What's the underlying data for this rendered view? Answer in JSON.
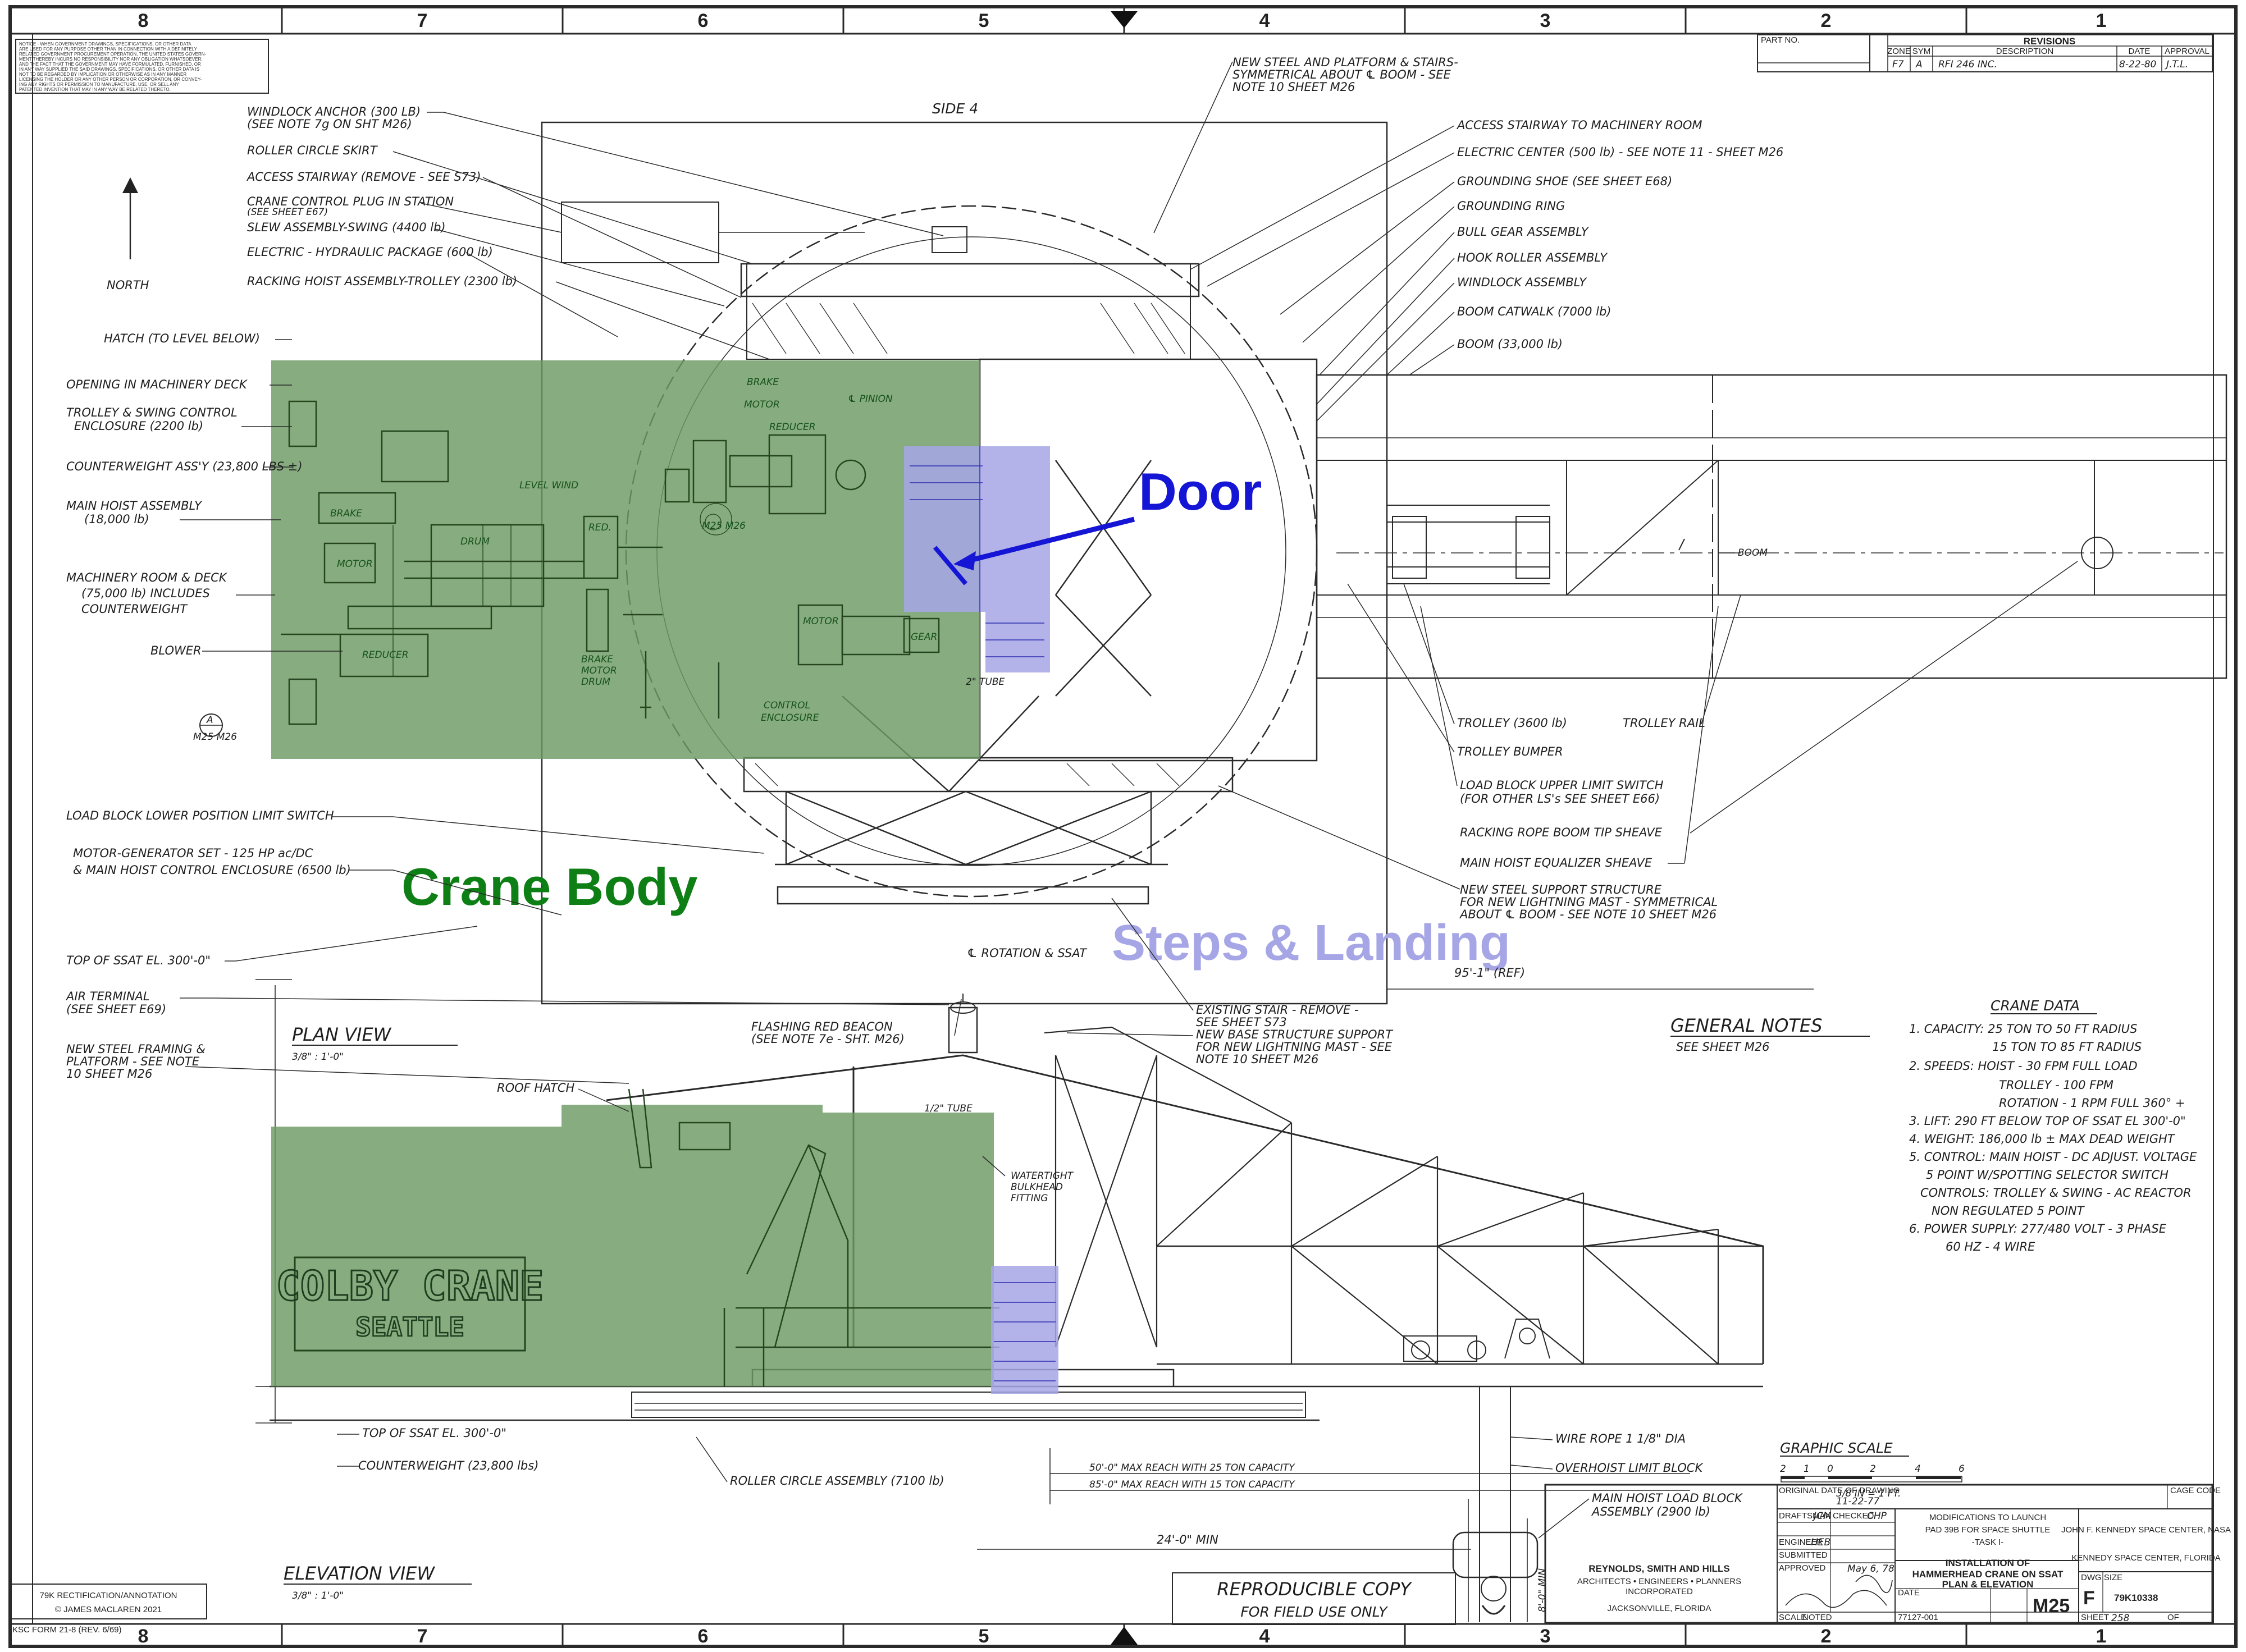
{
  "sheet": {
    "zones_top": [
      "8",
      "7",
      "6",
      "5",
      "4",
      "3",
      "2",
      "1"
    ],
    "zones_bottom": [
      "8",
      "7",
      "6",
      "5",
      "4",
      "3",
      "2",
      "1"
    ]
  },
  "annotations": {
    "crane_body": "Crane Body",
    "door": "Door",
    "steps_landing": "Steps & Landing",
    "colors": {
      "crane_body": "#0d7f15",
      "door": "#1515d6",
      "steps_landing": "#a6a6e6",
      "green_fill": "#6b9a63",
      "blue_fill": "#b9b9f2"
    }
  },
  "views": {
    "plan_title": "PLAN VIEW",
    "plan_scale": "3/8\" : 1'-0\"",
    "elevation_title": "ELEVATION VIEW",
    "elevation_scale": "3/8\" : 1'-0\"",
    "side": "SIDE 4",
    "north": "NORTH"
  },
  "plan_labels_left": [
    "WINDLOCK ANCHOR (300 LB)",
    "(SEE NOTE 7g ON SHT M26)",
    "ROLLER CIRCLE SKIRT",
    "ACCESS STAIRWAY (REMOVE - SEE S73)",
    "CRANE CONTROL PLUG IN STATION",
    "(SEE SHEET E67)",
    "SLEW ASSEMBLY-SWING (4400 lb)",
    "ELECTRIC - HYDRAULIC PACKAGE (600 lb)",
    "RACKING HOIST ASSEMBLY-TROLLEY (2300 lb)",
    "HATCH (TO LEVEL BELOW)",
    "OPENING IN MACHINERY DECK",
    "TROLLEY & SWING CONTROL",
    "ENCLOSURE (2200 lb)",
    "COUNTERWEIGHT ASS'Y (23,800 LBS ±)",
    "MAIN HOIST ASSEMBLY",
    "(18,000 lb)",
    "MACHINERY ROOM & DECK",
    "(75,000 lb) INCLUDES",
    "COUNTERWEIGHT",
    "BLOWER",
    "LOAD BLOCK LOWER POSITION LIMIT SWITCH",
    "MOTOR-GENERATOR SET - 125 HP ac/DC",
    "& MAIN HOIST CONTROL ENCLOSURE (6500 lb)",
    "TOP OF SSAT EL. 300'-0\"",
    "AIR TERMINAL",
    "(SEE SHEET E69)",
    "NEW STEEL FRAMING &",
    "PLATFORM - SEE NOTE",
    "10 SHEET M26"
  ],
  "plan_labels_right": [
    "NEW STEEL AND PLATFORM & STAIRS-",
    "SYMMETRICAL ABOUT ℄ BOOM - SEE",
    "NOTE 10 SHEET M26",
    "ACCESS STAIRWAY TO MACHINERY ROOM",
    "ELECTRIC CENTER (500 lb) - SEE NOTE 11 - SHEET M26",
    "GROUNDING SHOE (SEE SHEET E68)",
    "GROUNDING RING",
    "BULL GEAR ASSEMBLY",
    "HOOK ROLLER ASSEMBLY",
    "WINDLOCK ASSEMBLY",
    "BOOM CATWALK (7000 lb)",
    "BOOM (33,000 lb)",
    "TROLLEY (3600 lb)",
    "TROLLEY RAIL",
    "TROLLEY BUMPER",
    "LOAD BLOCK UPPER LIMIT SWITCH",
    "(FOR OTHER LS's SEE SHEET E66)",
    "RACKING ROPE BOOM TIP SHEAVE",
    "MAIN HOIST EQUALIZER SHEAVE",
    "NEW STEEL SUPPORT STRUCTURE",
    "FOR NEW LIGHTNING MAST - SYMMETRICAL",
    "ABOUT ℄ BOOM - SEE NOTE 10 SHEET M26",
    "℄ ROTATION & SSAT",
    "EXISTING STAIR - REMOVE -",
    "SEE SHEET S73",
    "NEW BASE STRUCTURE SUPPORT",
    "FOR NEW LIGHTNING MAST - SEE",
    "NOTE 10 SHEET M26",
    "95'-1\" (REF)",
    "BOOM"
  ],
  "machinery_labels": [
    "BRAKE",
    "MOTOR",
    "REDUCER",
    "℄ PINION",
    "LEVEL WIND",
    "BRAKE",
    "DRUM",
    "RED.",
    "MOTOR",
    "REDUCER",
    "BRAKE",
    "MOTOR",
    "DRUM",
    "MOTOR",
    "GEAR",
    "CONTROL",
    "ENCLOSURE",
    "2\" TUBE"
  ],
  "elevation_labels": [
    "FLASHING RED BEACON",
    "(SEE NOTE 7e - SHT. M26)",
    "ROOF HATCH",
    "1/2\" TUBE",
    "WATERTIGHT",
    "BULKHEAD",
    "FITTING",
    "TOP OF SSAT EL. 300'-0\"",
    "COUNTERWEIGHT (23,800 lbs)",
    "ROLLER CIRCLE ASSEMBLY (7100 lb)",
    "50'-0\" MAX REACH WITH 25 TON CAPACITY",
    "85'-0\" MAX REACH WITH 15 TON CAPACITY",
    "24'-0\" MIN",
    "WIRE ROPE 1 1/8\" DIA",
    "OVERHOIST LIMIT BLOCK",
    "MAIN HOIST LOAD BLOCK",
    "ASSEMBLY (2900 lb)",
    "8'-0\" MIN"
  ],
  "stencil": {
    "line1": "COLBY CRANE",
    "line2": "SEATTLE"
  },
  "general_notes": {
    "title": "GENERAL NOTES",
    "ref": "SEE SHEET M26"
  },
  "crane_data": {
    "title": "CRANE DATA",
    "lines": [
      "1. CAPACITY: 25 TON TO 50 FT RADIUS",
      "15 TON TO 85 FT RADIUS",
      "2. SPEEDS: HOIST - 30 FPM FULL LOAD",
      "TROLLEY - 100 FPM",
      "ROTATION - 1 RPM FULL 360° +",
      "3. LIFT: 290 FT BELOW TOP OF SSAT EL 300'-0\"",
      "4. WEIGHT: 186,000 lb ± MAX DEAD WEIGHT",
      "5. CONTROL: MAIN HOIST - DC ADJUST. VOLTAGE",
      "5 POINT W/SPOTTING SELECTOR SWITCH",
      "CONTROLS: TROLLEY & SWING - AC REACTOR",
      "NON REGULATED 5 POINT",
      "6. POWER SUPPLY: 277/480 VOLT - 3 PHASE",
      "60 HZ - 4 WIRE"
    ]
  },
  "graphic_scale": {
    "title": "GRAPHIC SCALE",
    "ticks": [
      "2",
      "1",
      "0",
      "2",
      "4",
      "6"
    ],
    "note": "3/8 IN = 1 FT."
  },
  "revisions": {
    "part_no": "PART NO.",
    "header": "REVISIONS",
    "cols": [
      "ZONE",
      "SYM",
      "DESCRIPTION",
      "DATE",
      "APPROVAL"
    ],
    "row": [
      "F7",
      "A",
      "RFI 246 INC.",
      "8-22-80",
      "J.T.L."
    ]
  },
  "title_block": {
    "original_date_label": "ORIGINAL DATE OF DRAWING",
    "original_date": "11-22-77",
    "drafted_label": "DRAFTSMAN",
    "drafted": "JCM",
    "checked_label": "CHECKED",
    "checked": "CHP",
    "engineer_label": "ENGINEER",
    "engineer": "HEB",
    "submitted_label": "SUBMITTED",
    "approved_label": "APPROVED",
    "approved_date": "May 6, 78",
    "scale_label": "SCALE",
    "scale": "NOTED",
    "date_label": "DATE",
    "firm_line1": "REYNOLDS, SMITH AND HILLS",
    "firm_line2": "ARCHITECTS • ENGINEERS • PLANNERS",
    "firm_line3": "INCORPORATED",
    "firm_line4": "JACKSONVILLE, FLORIDA",
    "project_line1": "MODIFICATIONS TO LAUNCH",
    "project_line2": "PAD 39B FOR SPACE SHUTTLE",
    "project_line3": "-TASK I-",
    "title_line1": "INSTALLATION OF",
    "title_line2": "HAMMERHEAD CRANE ON SSAT",
    "title_line3": "PLAN & ELEVATION",
    "center": "JOHN F. KENNEDY SPACE CENTER, NASA",
    "center2": "KENNEDY SPACE CENTER, FLORIDA",
    "job_no": "77127-001",
    "sheet_id": "M25",
    "size_label": "DWG SIZE",
    "size": "F",
    "drawing_no": "79K10338",
    "sheet_label": "SHEET",
    "sheet_no": "258",
    "of_label": "OF",
    "code_label": "CAGE CODE"
  },
  "stamp": {
    "line1": "REPRODUCIBLE COPY",
    "line2": "FOR FIELD USE ONLY"
  },
  "credit": {
    "line1": "79K RECTIFICATION/ANNOTATION",
    "line2": "© JAMES MACLAREN 2021"
  },
  "ksc_form": "KSC FORM 21-8 (REV. 6/69)",
  "notice": [
    "NOTICE - WHEN GOVERNMENT DRAWINGS, SPECIFICATIONS, OR OTHER DATA",
    "ARE USED FOR ANY PURPOSE OTHER THAN IN CONNECTION WITH A DEFINITELY",
    "RELATED GOVERNMENT PROCUREMENT OPERATION, THE UNITED STATES GOVERN-",
    "MENT THEREBY INCURS NO RESPONSIBILITY NOR ANY OBLIGATION WHATSOEVER;",
    "AND THE FACT THAT THE GOVERNMENT MAY HAVE FORMULATED, FURNISHED, OR",
    "IN ANY WAY SUPPLIED THE SAID DRAWINGS, SPECIFICATIONS, OR OTHER DATA IS",
    "NOT TO BE REGARDED BY IMPLICATION OR OTHERWISE AS IN ANY MANNER",
    "LICENSING THE HOLDER OR ANY OTHER PERSON OR CORPORATION, OR CONVEY-",
    "ING ANY RIGHTS OR PERMISSION TO MANUFACTURE, USE, OR SELL ANY",
    "PATENTED INVENTION THAT MAY IN ANY WAY BE RELATED THERETO."
  ],
  "section_marks": [
    {
      "letter": "A",
      "sheet": "M25 M26"
    },
    {
      "letter": "B",
      "sheet": "M25 M26"
    }
  ]
}
